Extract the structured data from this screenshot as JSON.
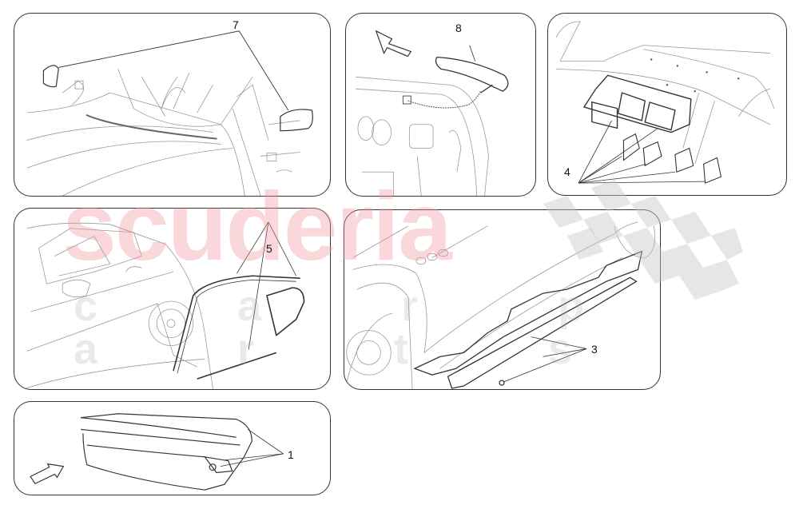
{
  "diagram": {
    "type": "exploded-parts-catalog",
    "panels": [
      {
        "id": "mirrors",
        "callout": "7",
        "description": "Exterior rear-view mirrors, left and right, with wiring connectors on windshield/A-pillar"
      },
      {
        "id": "door-handle",
        "callout": "8",
        "description": "Exterior door handle with wiring harness, inner door panel, direction arrow"
      },
      {
        "id": "diffuser",
        "callout": "4",
        "description": "Rear diffuser grille plate with four fins mounted under rear bumper"
      },
      {
        "id": "window-seals",
        "callout": "5",
        "description": "Rear side window seals/trim strips and quarter glass on car side"
      },
      {
        "id": "side-skirts",
        "callout": "3",
        "description": "Side skirt sill covers with fastener screw along rocker panel"
      },
      {
        "id": "trunk-spoiler",
        "callout": "1",
        "description": "Trunk lid with spoiler and lock/bumper components, direction arrow"
      }
    ]
  },
  "callouts": {
    "mirrors": "7",
    "door_handle": "8",
    "diffuser": "4",
    "window_seals": "5",
    "side_skirts": "3",
    "trunk_spoiler": "1"
  },
  "watermark": {
    "main": "scuderia",
    "sub": "c a r p a r t s",
    "colors": {
      "main": "#f4a4ac",
      "sub": "#cccccc",
      "flag": "#dddddd"
    }
  },
  "colors": {
    "line": "#333333",
    "light_line": "#999999",
    "background": "#ffffff"
  }
}
